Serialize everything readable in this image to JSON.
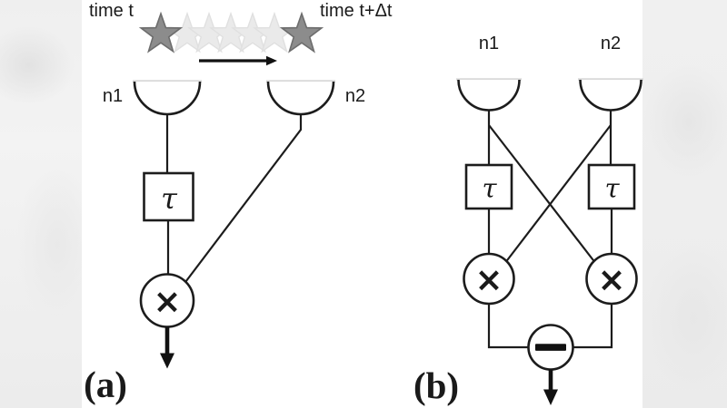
{
  "figure": {
    "timeline": {
      "label_left": "time t",
      "label_right": "time t+Δt",
      "dark_star_count": 2,
      "faded_star_count": 5
    },
    "panel_a": {
      "label": "(a)",
      "antenna_left": "n1",
      "antenna_right": "n2",
      "delay": "τ",
      "multiplier": "×"
    },
    "panel_b": {
      "label": "(b)",
      "antenna_left": "n1",
      "antenna_right": "n2",
      "delay_left": "τ",
      "delay_right": "τ",
      "multiplier_left": "×",
      "multiplier_right": "×",
      "subtractor": "−"
    },
    "colors": {
      "line": "#1c1c1c",
      "star_dark_fill": "#8c8c8c",
      "star_dark_stroke": "#6d6d6d",
      "star_faded_fill": "#eaeaea",
      "star_faded_stroke": "#e0e0e0",
      "side_background": "#ededed",
      "canvas": "#ffffff"
    }
  }
}
